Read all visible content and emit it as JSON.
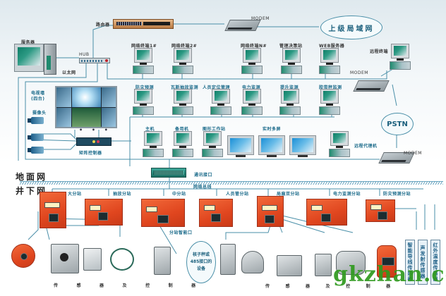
{
  "title": "煤矿安全监控系统网络结构图",
  "top_network": {
    "router_label": "路由器",
    "hub_label": "HUB",
    "server_label": "服务器",
    "ethernet_label": "以太网",
    "upper_lan_label": "上级局域网",
    "modem_labels": [
      "MODEM",
      "MODEM",
      "MODEM"
    ],
    "pstn_label": "PSTN",
    "remote_terminal_label": "远程终端",
    "terminals_row1": [
      {
        "label": "网络终端1#"
      },
      {
        "label": "网络终端2#"
      },
      {
        "label": "网络终端N#"
      },
      {
        "label": "管理决策站"
      },
      {
        "label": "WEB服务器"
      }
    ],
    "terminals_row2": [
      {
        "label": "防灾预测"
      },
      {
        "label": "瓦斯抽放监测"
      },
      {
        "label": "人员定位管理"
      },
      {
        "label": "电力监测"
      },
      {
        "label": "提升监测"
      },
      {
        "label": "胶带秤监测"
      }
    ],
    "row3": {
      "host_label": "主机",
      "backup_label": "备用机",
      "graphics_label": "图形工作站",
      "realtime_label": "实时多屏",
      "remote_station_label": "远程代理机"
    },
    "video": {
      "tv_wall_label": "电视墙",
      "tv_wall_sub": "(四台)",
      "camera_label": "摄像头",
      "matrix_label": "矩阵控制器",
      "ellipsis": "• • •"
    },
    "comm_interface_label": "通讯接口"
  },
  "levels": {
    "ground": "地面网",
    "underground": "井下网"
  },
  "underground": {
    "bus_label": "网络总线",
    "substations": [
      {
        "label": "大分站"
      },
      {
        "label": "抽放分站"
      },
      {
        "label": "中分站"
      },
      {
        "label": "人员管分站"
      },
      {
        "label": "局扇双分站"
      },
      {
        "label": "电力监测分站"
      },
      {
        "label": "防灾预测分站"
      }
    ],
    "substation_interface_label": "分站智能口",
    "serial_device_label": [
      "核子秤或",
      "485接口的",
      "设备"
    ],
    "sensors_caption_left": [
      "传",
      "感",
      "器",
      "及",
      "控",
      "制",
      "器"
    ],
    "sensors_caption_right": [
      "传",
      "感",
      "器",
      "及",
      "控",
      "制",
      "器"
    ],
    "vertical_sensors": [
      {
        "label": "智能导线传感器"
      },
      {
        "label": "声发射传感器"
      },
      {
        "label": "红外温度传感器"
      }
    ]
  },
  "watermark": "gkzhan.com",
  "colors": {
    "line": "#4a8fa8",
    "label": "#1a6a8a",
    "substation_orange": "#e0461f",
    "screen_green": "#0e7e68",
    "watermark": "#2f9a1e"
  }
}
